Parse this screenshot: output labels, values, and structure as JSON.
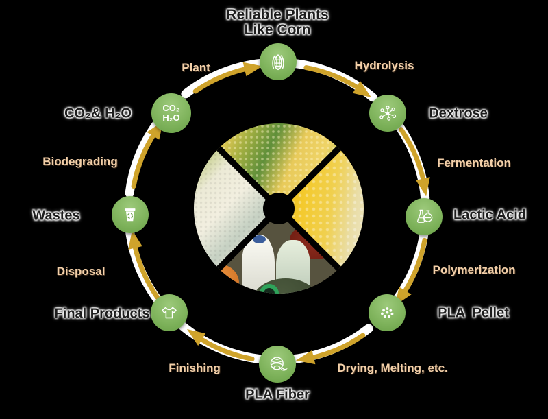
{
  "background": "#000000",
  "colors": {
    "node_green": "#7fb55c",
    "ring_gold": "#cfa32b",
    "ring_white": "#ffffff",
    "process_label_color": "#f3d0a9",
    "stage_label_color": "#1d1d1d"
  },
  "cycle": {
    "stages": [
      {
        "id": "reliable-plants",
        "icon": "corn-icon",
        "label_line1": "Reliable Plants",
        "label_line2": "Like Corn"
      },
      {
        "id": "dextrose",
        "icon": "molecule-icon",
        "label": "Dextrose"
      },
      {
        "id": "lactic-acid",
        "icon": "flasks-icon",
        "label": "Lactic Acid"
      },
      {
        "id": "pla-pellet",
        "icon": "pellets-icon",
        "label": "PLA  Pellet"
      },
      {
        "id": "pla-fiber",
        "icon": "yarn-ball-icon",
        "label": "PLA Fiber"
      },
      {
        "id": "final-products",
        "icon": "tshirt-icon",
        "label": "Final Products"
      },
      {
        "id": "wastes",
        "icon": "recycle-bin-icon",
        "label": "Wastes"
      },
      {
        "id": "co2-h2o",
        "icon": "text-badge",
        "label": "CO₂& H₂O",
        "node_line1": "CO₂",
        "node_line2": "H₂O"
      }
    ],
    "processes": [
      {
        "label": "Plant",
        "from": "co2-h2o",
        "to": "reliable-plants"
      },
      {
        "label": "Hydrolysis",
        "from": "reliable-plants",
        "to": "dextrose"
      },
      {
        "label": "Fermentation",
        "from": "dextrose",
        "to": "lactic-acid"
      },
      {
        "label": "Polymerization",
        "from": "lactic-acid",
        "to": "pla-pellet"
      },
      {
        "label": "Drying, Melting, etc.",
        "from": "pla-pellet",
        "to": "pla-fiber"
      },
      {
        "label": "Finishing",
        "from": "pla-fiber",
        "to": "final-products"
      },
      {
        "label": "Disposal",
        "from": "final-products",
        "to": "wastes"
      },
      {
        "label": "Biodegrading",
        "from": "wastes",
        "to": "co2-h2o"
      }
    ],
    "center_collage_quadrants": [
      "corn-photo",
      "plastic-pellets-photo",
      "yarn-cones-photo",
      "fabrics-photo"
    ]
  }
}
